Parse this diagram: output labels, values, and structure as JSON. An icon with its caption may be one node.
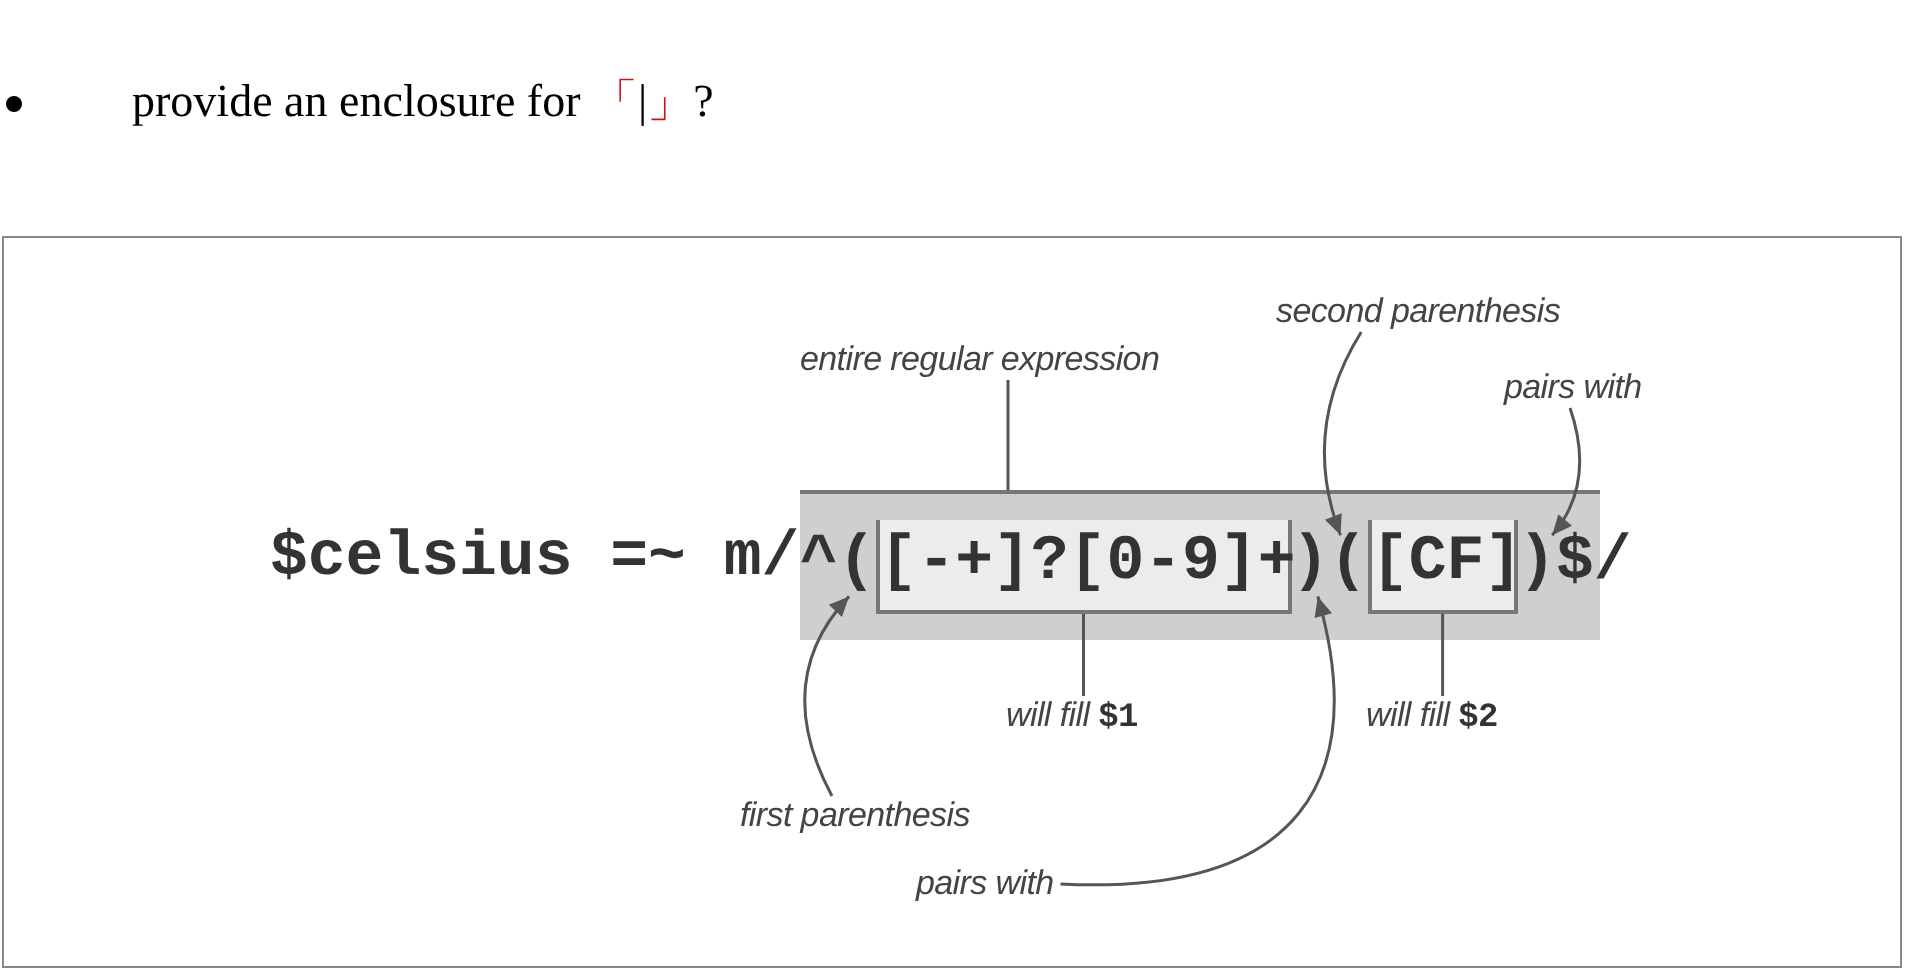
{
  "diagram": {
    "nodes": [
      {
        "text": [
          "second  parenthesis"
        ]
      },
      {
        "text": [
          "entire regular expression"
        ]
      },
      {
        "text": [
          "pairs with"
        ]
      },
      {
        "text": [],
        "shape": "box"
      },
      {
        "text": [
          "^"
        ],
        "in": 3
      },
      {
        "text": [
          "("
        ],
        "in": 3
      },
      {
        "text": [
          "[-+]?[0-9]+"
        ],
        "in": 3
      },
      {
        "text": [
          ")"
        ],
        "in": 3
      },
      {
        "text": [
          "("
        ],
        "in": 3
      },
      {
        "text": [
          "[CF]"
        ],
        "in": 3
      },
      {
        "text": [
          ")"
        ],
        "in": 3
      },
      {
        "text": [
          "$/"
        ],
        "in": 3
      },
      {
        "text": [
          "will fill **$1**"
        ]
      },
      {
        "text": [
          "will fill **$2**"
        ]
      },
      {
        "text": [
          "first parenthesis"
        ]
      },
      {
        "text": [
          "pairs with"
        ]
      }
    ],
    "edges": [
      {
        "from": 1,
        "to": 3,
        "arrow": "none"
      },
      {
        "from": 0,
        "to": 8,
        "arrow": "to"
      },
      {
        "from": 2,
        "to": 10,
        "arrow": "to"
      },
      {
        "from": 12,
        "to": 6,
        "arrow": "none"
      },
      {
        "from": 13,
        "to": 9,
        "arrow": "none"
      },
      {
        "from": 14,
        "to": 5,
        "arrow": "to"
      },
      {
        "from": 15,
        "to": 7,
        "arrow": "to"
      }
    ],
    "labels": [
      "provide an enclosure for 「|」?",
      "$celsius =~ m/"
    ]
  }
}
